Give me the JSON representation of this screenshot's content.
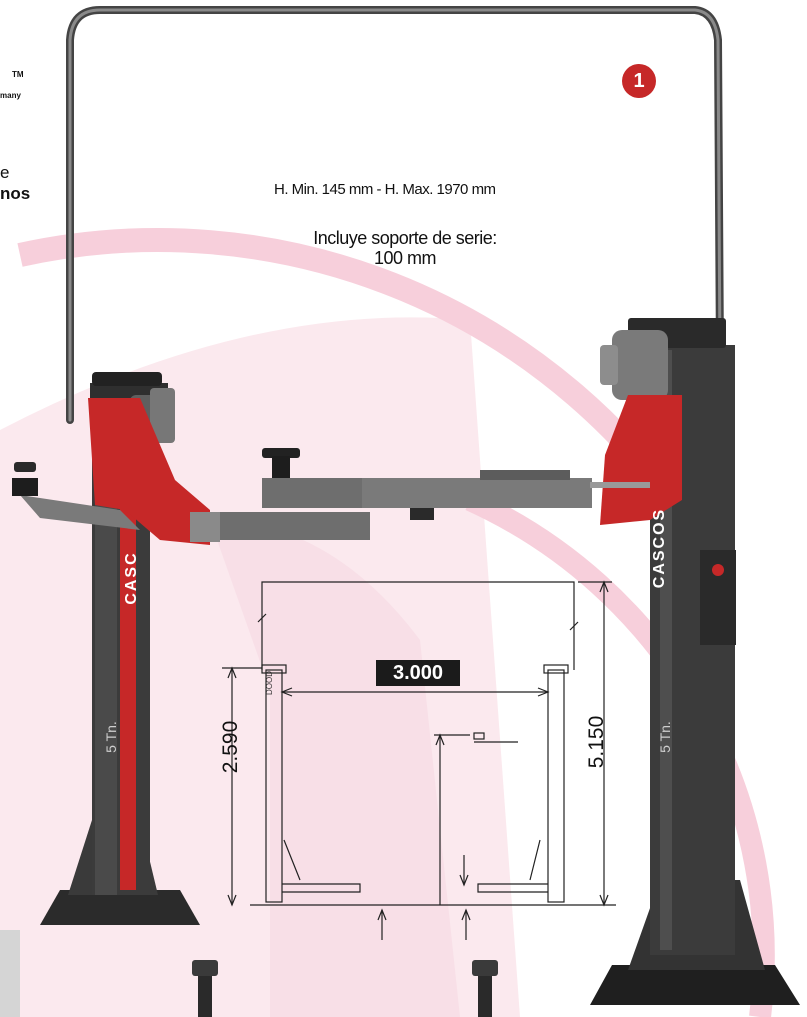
{
  "badge": {
    "number": "1"
  },
  "specs": {
    "height_range": "H. Min.  145 mm - H. Max. 1970 mm",
    "support_line1": "Incluye soporte de serie:",
    "support_line2": "100 mm"
  },
  "logo": {
    "tm": "TM",
    "company": "many"
  },
  "cut_text": {
    "line1": "e",
    "line2": "nos"
  },
  "drawing": {
    "width_value": "3.000",
    "left_height_value": "2.590",
    "right_height_value": "5.150",
    "post_label": "DOOD"
  },
  "posts": {
    "brand_left": "CASC",
    "brand_right": "CASCOS",
    "capacity_left": "5 Tn.",
    "capacity_right": "5 Tn."
  },
  "colors": {
    "accent_red": "#c62828",
    "post_dark": "#3b3b3b",
    "arm_gray": "#6e6e6e",
    "pink_bg": "#fbe9ee"
  }
}
